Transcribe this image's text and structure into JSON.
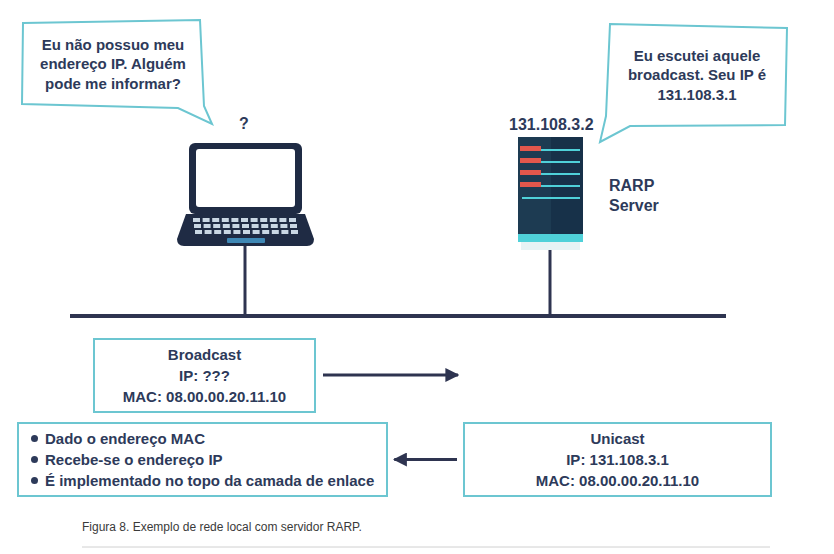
{
  "diagram": {
    "caption": "Figura 8. Exemplo de rede local com servidor RARP.",
    "nodes": [
      {
        "text": [
          "Eu não possuo meu endereço IP. Alguém pode me informar?"
        ]
      },
      {
        "text": [
          "Eu escutei aquele broadcast. Seu IP é 131.108.3.1"
        ]
      },
      {
        "text": [
          "Broadcast",
          "IP: ???",
          "MAC: 08.00.00.20.11.10"
        ]
      },
      {
        "text": [
          "Dado o endereço MAC",
          "Recebe-se o endereço IP",
          "É implementado no topo da camada de enlace"
        ]
      },
      {
        "text": [
          "Unicast",
          "IP: 131.108.3.1",
          "MAC: 08.00.00.20.11.10"
        ]
      }
    ],
    "edges": [
      {
        "from": 4,
        "to": 3,
        "arrow": "to"
      }
    ],
    "labels": [
      "?",
      "131.108.3.2",
      "RARP Server"
    ]
  }
}
